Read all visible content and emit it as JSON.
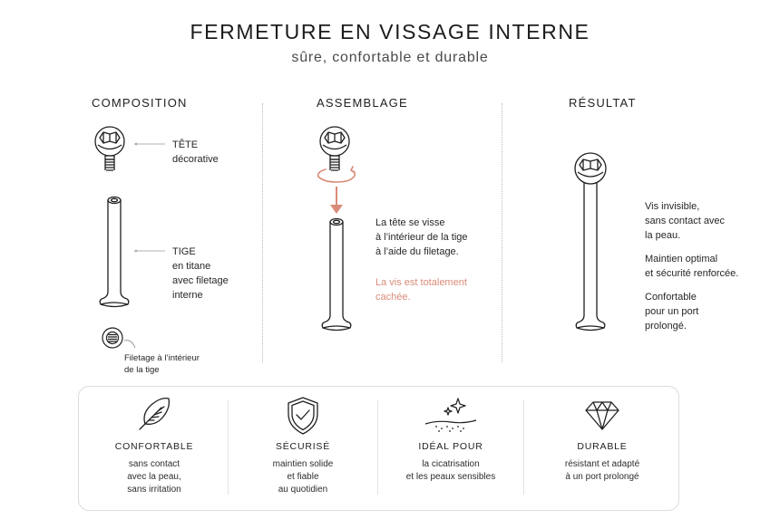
{
  "header": {
    "title": "FERMETURE EN VISSAGE INTERNE",
    "subtitle": "sûre, confortable et durable"
  },
  "columns": {
    "composition": {
      "heading": "COMPOSITION",
      "head_label": [
        "TÊTE",
        "décorative"
      ],
      "stem_label": [
        "TIGE",
        "en titane",
        "avec filetage",
        "interne"
      ],
      "thread_label": [
        "Filetage à l’intérieur",
        "de la tige"
      ]
    },
    "assembly": {
      "heading": "ASSEMBLAGE",
      "text": [
        "La tête se visse",
        "à l’intérieur de la tige",
        "à l’aide du filetage."
      ],
      "accent_text": [
        "La vis est totalement",
        "cachée."
      ]
    },
    "result": {
      "heading": "RÉSULTAT",
      "points": [
        [
          "Vis invisible,",
          "sans contact avec",
          "la peau."
        ],
        [
          "Maintien optimal",
          "et sécurité renforcée."
        ],
        [
          "Confortable",
          "pour un port",
          "prolongé."
        ]
      ]
    }
  },
  "features": [
    {
      "icon": "feather-icon",
      "title": "CONFORTABLE",
      "desc": [
        "sans contact",
        "avec la peau,",
        "sans irritation"
      ]
    },
    {
      "icon": "shield-check-icon",
      "title": "SÉCURISÉ",
      "desc": [
        "maintien solide",
        "et fiable",
        "au quotidien"
      ]
    },
    {
      "icon": "sparkle-skin-icon",
      "title": "IDÉAL POUR",
      "desc": [
        "la cicatrisation",
        "et les peaux sensibles"
      ]
    },
    {
      "icon": "diamond-icon",
      "title": "DURABLE",
      "desc": [
        "résistant et adapté",
        "à un port prolongé"
      ]
    }
  ],
  "colors": {
    "accent": "#d98b78",
    "ink": "#1f1f1f",
    "divider": "#b9b9b9"
  }
}
